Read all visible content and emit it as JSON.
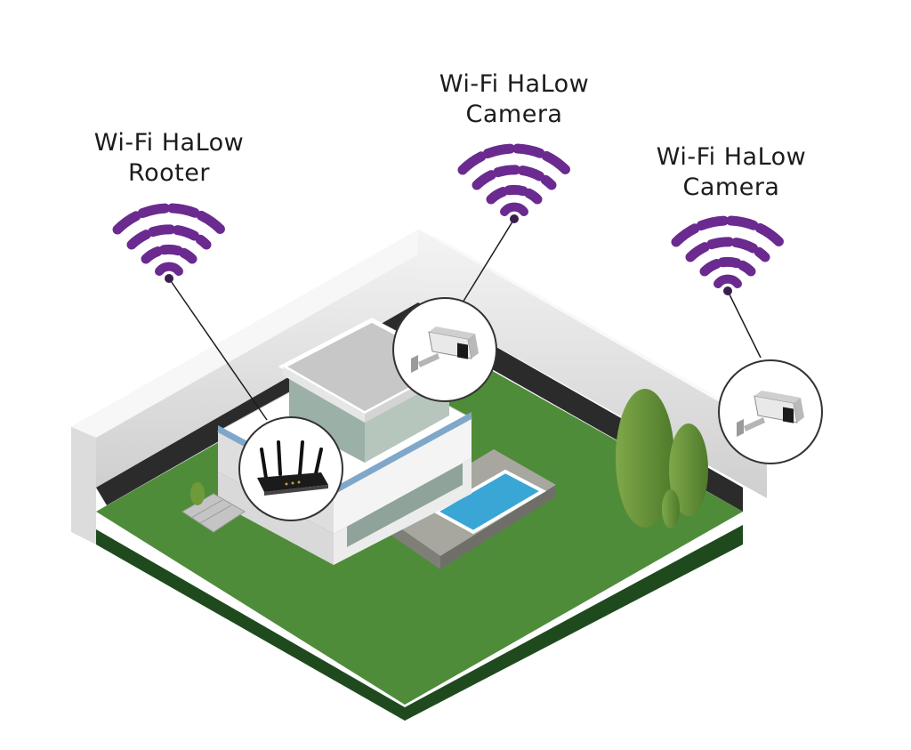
{
  "labels": {
    "router": {
      "line1": "Wi-Fi HaLow",
      "line2": "Rooter"
    },
    "camera_center": {
      "line1": "Wi-Fi HaLow",
      "line2": "Camera"
    },
    "camera_right": {
      "line1": "Wi-Fi HaLow",
      "line2": "Camera"
    }
  },
  "icons": {
    "wifi": "wifi-signal-icon",
    "router": "router-icon",
    "camera": "security-camera-icon"
  },
  "colors": {
    "wifi_purple": "#6b2a8f",
    "grass_green": "#4f8c3a",
    "wall_grey": "#e3e3e3",
    "pool_blue": "#3aa6d6"
  }
}
